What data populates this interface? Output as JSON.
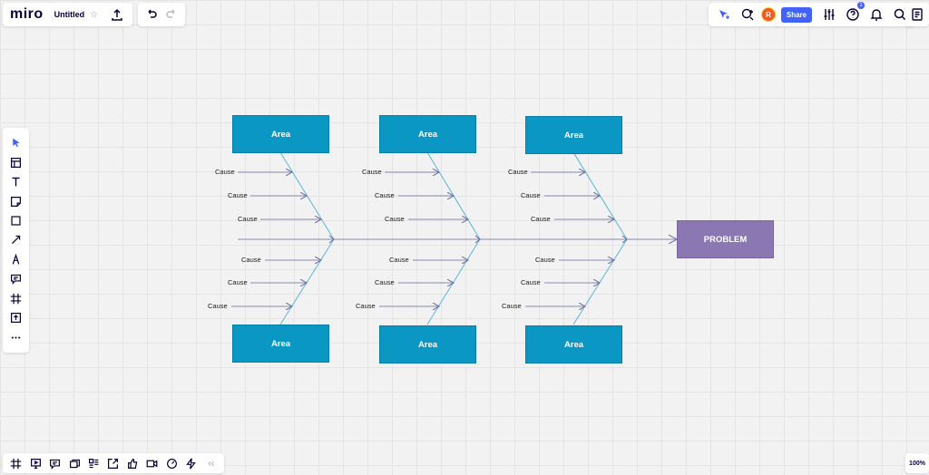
{
  "app": {
    "logo": "miro",
    "board_title": "Untitled"
  },
  "top_right": {
    "avatar_initial": "R",
    "share_label": "Share",
    "help_badge": "1"
  },
  "zoom": "100%",
  "diagram": {
    "problem": "PROBLEM",
    "area_label": "Area",
    "cause_label": "Cause"
  },
  "colors": {
    "area": "#0b97c4",
    "problem": "#8b78b3",
    "line": "#5bb5d6",
    "accent": "#4262ff"
  },
  "icons": {
    "toolbar": [
      "select-icon",
      "templates-icon",
      "text-icon",
      "sticky-note-icon",
      "shape-icon",
      "connection-line-icon",
      "pen-icon",
      "comment-icon",
      "frame-icon",
      "upload-icon",
      "more-icon"
    ],
    "bottom": [
      "frames-icon",
      "presentation-icon",
      "comments-icon",
      "cards-icon",
      "kanban-icon",
      "share-screen-icon",
      "voting-icon",
      "video-icon",
      "timer-icon",
      "apps-icon",
      "collapse-icon"
    ]
  }
}
